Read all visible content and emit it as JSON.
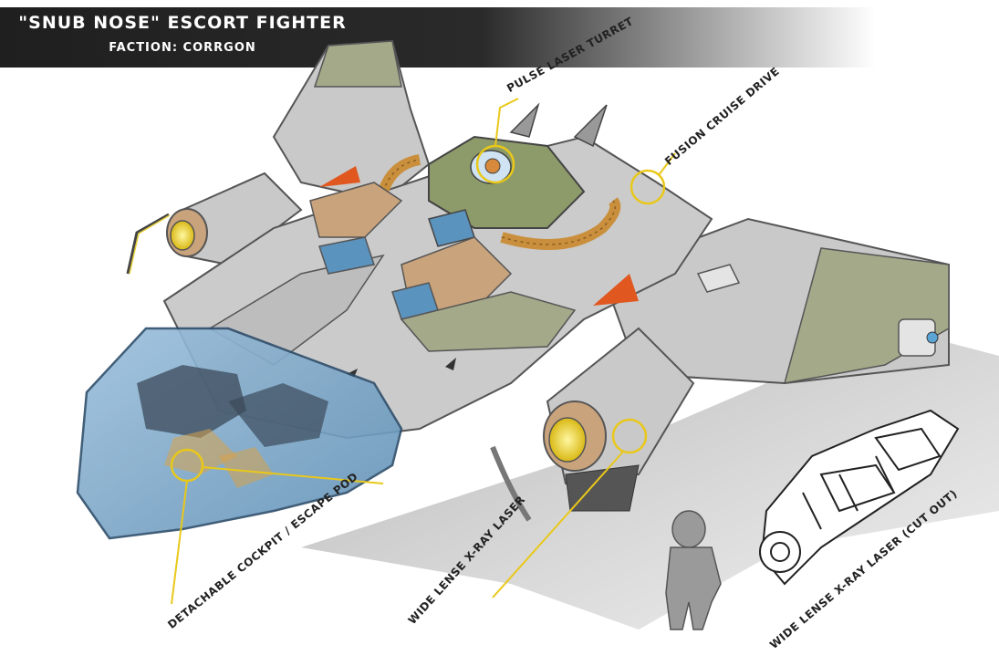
{
  "header": {
    "title": "\"SNUB NOSE\" ESCORT FIGHTER",
    "subtitle": "FACTION: CORRGON"
  },
  "callouts": {
    "pulse_laser_turret": "PULSE LASER TURRET",
    "fusion_cruise_drive": "FUSION CRUISE DRIVE",
    "detachable_cockpit": "DETACHABLE COCKPIT / ESCAPE POD",
    "wide_lense_laser": "WIDE LENSE X-RAY LASER",
    "wide_lense_laser_cutout": "WIDE LENSE X-RAY LASER (CUT OUT)"
  },
  "colors": {
    "hull": "#c9c9c9",
    "wing_olive": "#a4a98a",
    "canopy": "#7fa6c8",
    "accent_orange": "#e0581f",
    "tan_panel": "#c9a37c",
    "engine_glow": "#e7d23c",
    "callout_yellow": "#e9c81a"
  }
}
